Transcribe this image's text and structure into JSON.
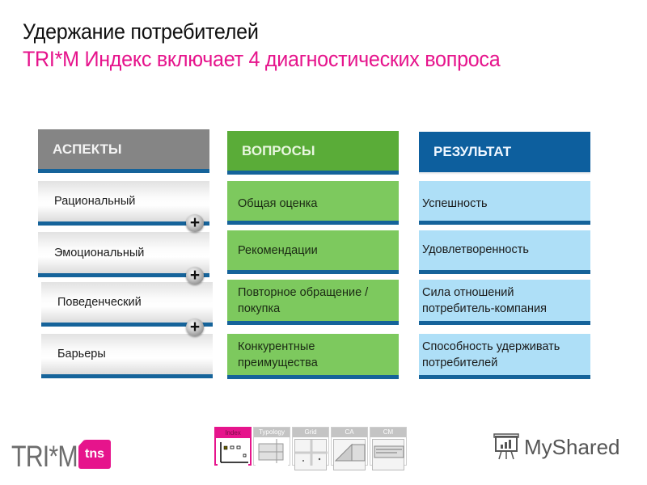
{
  "header": {
    "title": "Удержание потребителей",
    "subtitle": "TRI*M Индекс включает 4 диагностических вопроса"
  },
  "columns": {
    "aspects": {
      "label": "АСПЕКТЫ",
      "items": [
        "Рациональный",
        "Эмоциональный",
        "Поведенческий",
        "Барьеры"
      ],
      "connector": "+"
    },
    "questions": {
      "label": "ВОПРОСЫ",
      "items": [
        "Общая оценка",
        "Рекомендации",
        "Повторное обращение / покупка",
        "Конкурентные преимущества"
      ]
    },
    "result": {
      "label": "РЕЗУЛЬТАТ",
      "items": [
        "Успешность",
        "Удовлетворенность",
        "Сила отношений потребитель-компания",
        "Способность удерживать потребителей"
      ]
    }
  },
  "footer": {
    "logo_trim": "TRI*M",
    "logo_tns": "tns",
    "tabs": [
      "Index",
      "Typology",
      "Grid",
      "CA",
      "CM"
    ],
    "active_tab": "Index",
    "watermark": "MyShared"
  },
  "colors": {
    "accent_pink": "#e6148c",
    "aspects_header": "#858585",
    "questions_header": "#5aac38",
    "questions_row": "#7dc95e",
    "result_header": "#0d5f9e",
    "result_row": "#aedff7",
    "underline_blue": "#15639a"
  }
}
